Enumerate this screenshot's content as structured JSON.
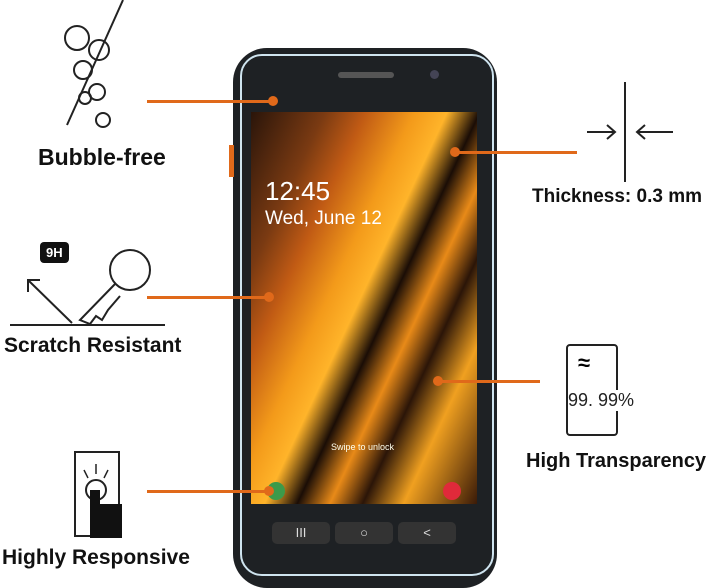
{
  "features": {
    "bubble": "Bubble-free",
    "thickness": "Thickness: 0.3 mm",
    "scratch": "Scratch Resistant",
    "scratch_badge": "9H",
    "transparency": "High Transparency",
    "transparency_value": "99. 99%",
    "responsive": "Highly Responsive"
  },
  "phone": {
    "time": "12:45",
    "date": "Wed, June 12",
    "swipe": "Swipe to unlock",
    "nav": [
      "III",
      "○",
      "<"
    ]
  },
  "colors": {
    "accent": "#e0691a"
  }
}
